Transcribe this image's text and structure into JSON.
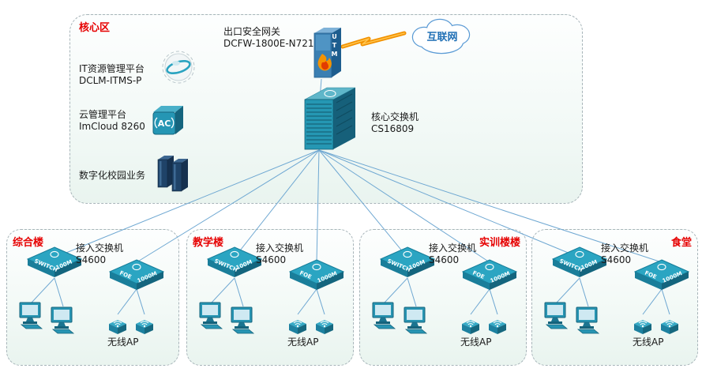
{
  "core": {
    "title": "核心区",
    "gateway": {
      "line1": "出口安全网关",
      "line2": "DCFW-1800E-N7210",
      "device_text": "UTM"
    },
    "internet": {
      "label": "互联网"
    },
    "it_platform": {
      "line1": "IT资源管理平台",
      "line2": "DCLM-ITMS-P"
    },
    "cloud_platform": {
      "line1": "云管理平台",
      "line2": "ImCloud 8260",
      "device_text": "AC"
    },
    "campus_service": {
      "label": "数字化校园业务"
    },
    "core_switch": {
      "line1": "核心交换机",
      "line2": "CS16809"
    }
  },
  "buildings": [
    {
      "title": "综合楼",
      "switch_label_line1": "接入交换机",
      "switch_label_line2": "S4600",
      "switch1_text": "SWITCH",
      "switch1_speed": "100M",
      "switch2_text": "FOE",
      "switch2_speed": "1000M",
      "ap_label": "无线AP"
    },
    {
      "title": "教学楼",
      "switch_label_line1": "接入交换机",
      "switch_label_line2": "S4600",
      "switch1_text": "SWITCH",
      "switch1_speed": "100M",
      "switch2_text": "FOE",
      "switch2_speed": "1000M",
      "ap_label": "无线AP"
    },
    {
      "title": "实训楼楼",
      "switch_label_line1": "接入交换机",
      "switch_label_line2": "S4600",
      "switch1_text": "SWITCH",
      "switch1_speed": "100M",
      "switch2_text": "FOE",
      "switch2_speed": "1000M",
      "ap_label": "无线AP"
    },
    {
      "title": "食堂",
      "switch_label_line1": "接入交换机",
      "switch_label_line2": "S4600",
      "switch1_text": "SWITCH",
      "switch1_speed": "100M",
      "switch2_text": "FOE",
      "switch2_speed": "1000M",
      "ap_label": "无线AP"
    }
  ],
  "colors": {
    "accent_red": "#e60000",
    "device_teal": "#2596b4",
    "line_blue": "#6fa8d2",
    "bolt_orange": "#f29100",
    "cloud_text_blue": "#1f6fb5"
  }
}
